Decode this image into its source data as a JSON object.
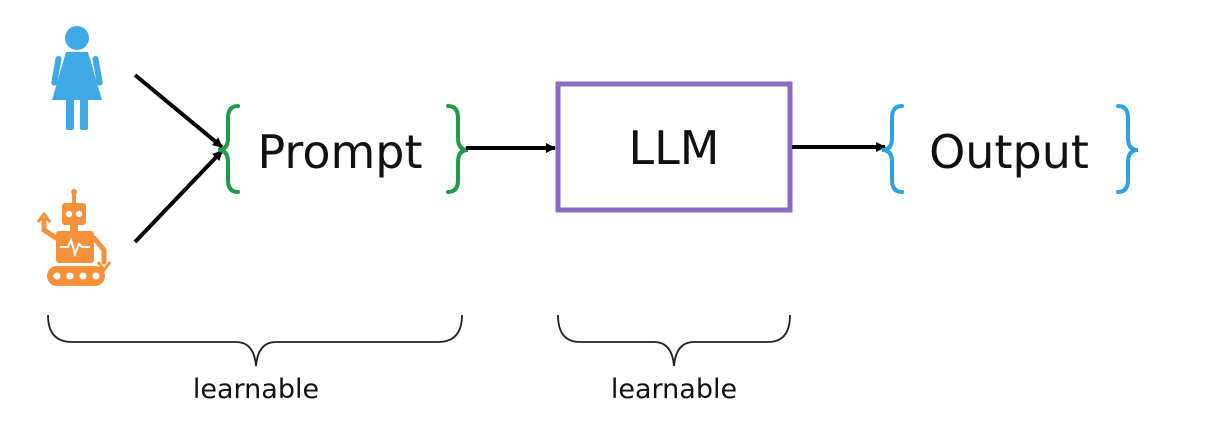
{
  "diagram": {
    "nodes": {
      "prompt": {
        "label": "Prompt"
      },
      "llm": {
        "label": "LLM"
      },
      "output": {
        "label": "Output"
      }
    },
    "under_braces": [
      {
        "label": "learnable"
      },
      {
        "label": "learnable"
      }
    ],
    "sources": [
      {
        "icon": "woman-icon"
      },
      {
        "icon": "robot-icon"
      }
    ]
  },
  "colors": {
    "human": "#3fa9e6",
    "robot": "#f5913a",
    "prompt_brace": "#1e9a4a",
    "llm_box": "#8a6cc4",
    "output_brace": "#2aa3e0",
    "arrow": "#000000",
    "under_brace": "#222222",
    "text": "#111111"
  }
}
